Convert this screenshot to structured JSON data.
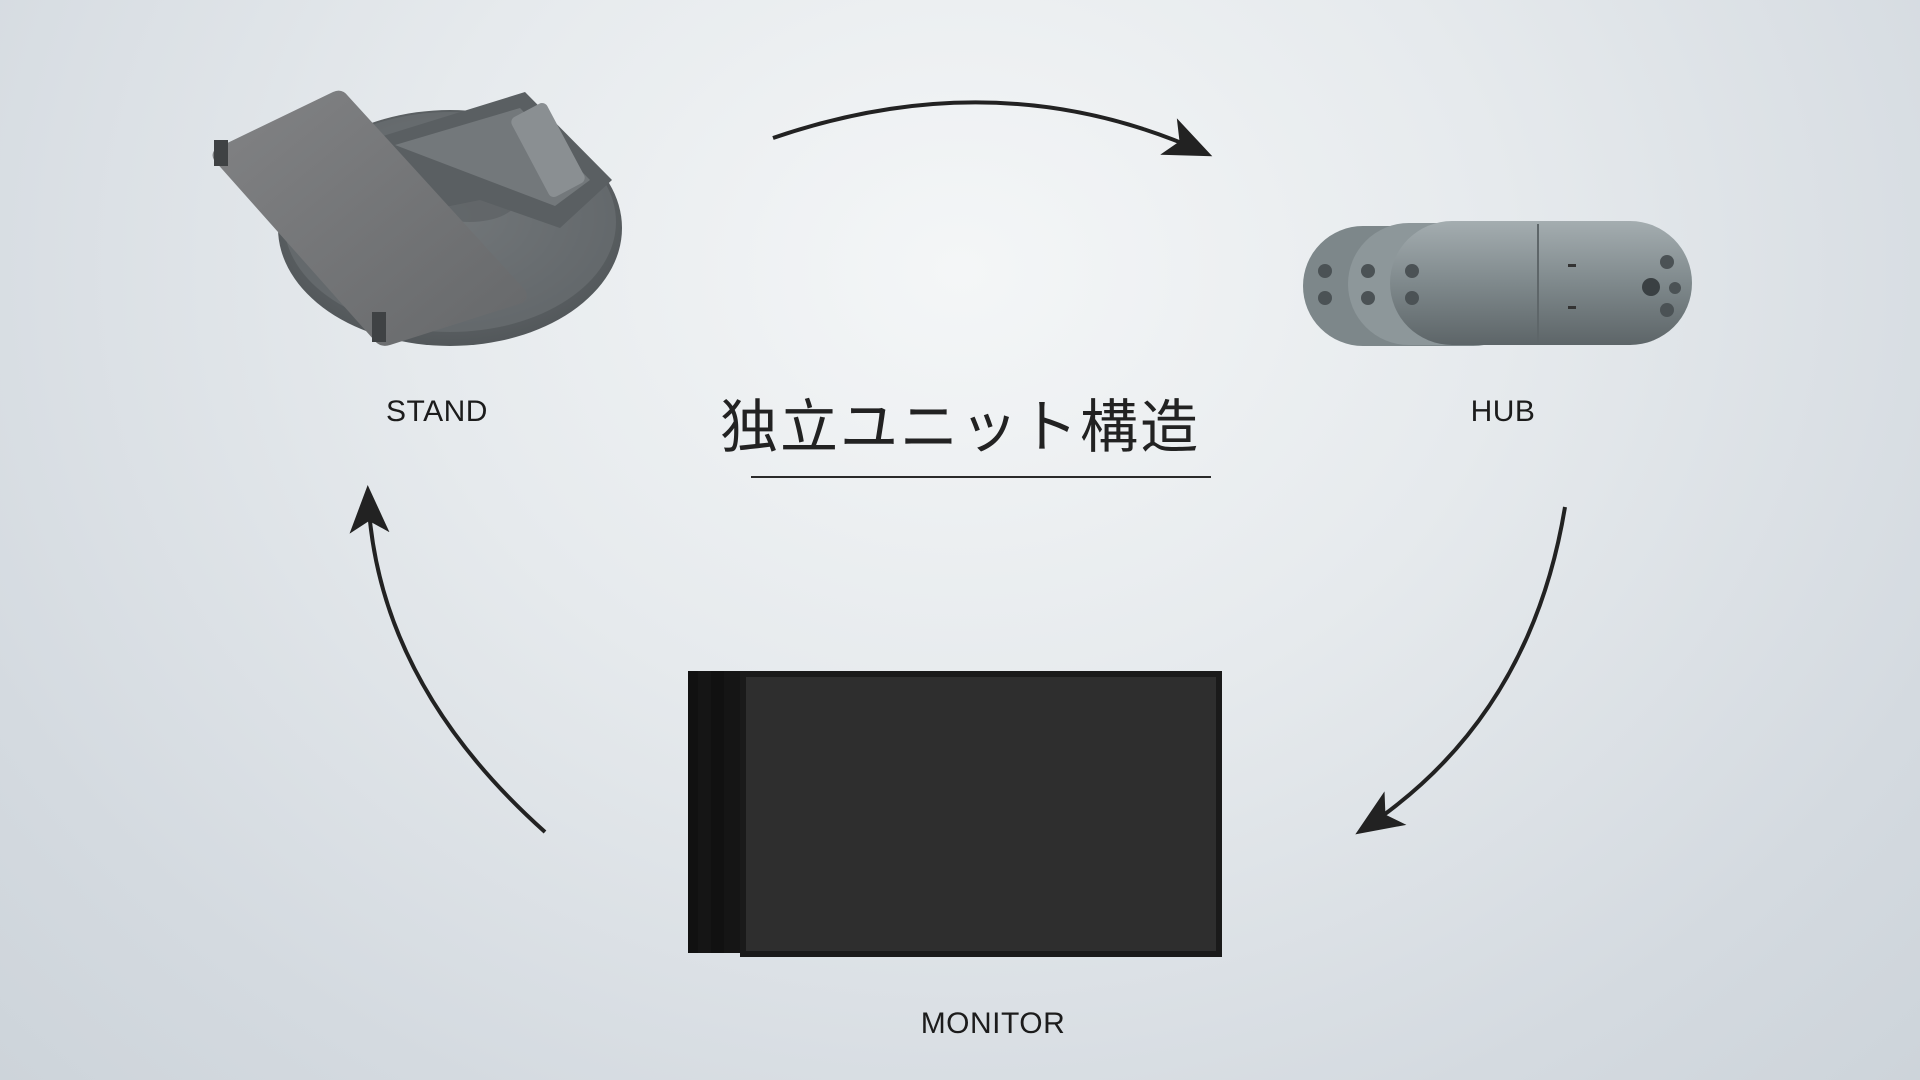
{
  "title": "独立ユニット構造",
  "units": {
    "stand": {
      "label": "STAND"
    },
    "hub": {
      "label": "HUB"
    },
    "monitor": {
      "label": "MONITOR"
    }
  },
  "colors": {
    "arrow": "#222222",
    "device_gray": "#6b6f72",
    "screen": "#2e2e2e"
  }
}
